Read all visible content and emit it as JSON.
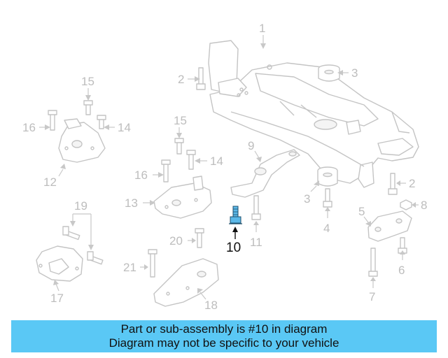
{
  "callouts": {
    "c1": "1",
    "c2a": "2",
    "c2b": "2",
    "c3a": "3",
    "c3b": "3",
    "c4": "4",
    "c5": "5",
    "c6": "6",
    "c7": "7",
    "c8": "8",
    "c9": "9",
    "c10": "10",
    "c11": "11",
    "c12": "12",
    "c13": "13",
    "c14a": "14",
    "c14b": "14",
    "c15a": "15",
    "c15b": "15",
    "c16a": "16",
    "c16b": "16",
    "c17": "17",
    "c18": "18",
    "c19": "19",
    "c20": "20",
    "c21": "21"
  },
  "highlighted_part": "10",
  "banner": {
    "line1": "Part or sub-assembly is #10 in diagram",
    "line2": "Diagram may not be specific to your vehicle",
    "color": "#5ac8f5"
  },
  "colors": {
    "highlight": "#5bb8e8",
    "line_art": "#c4c4c4"
  }
}
